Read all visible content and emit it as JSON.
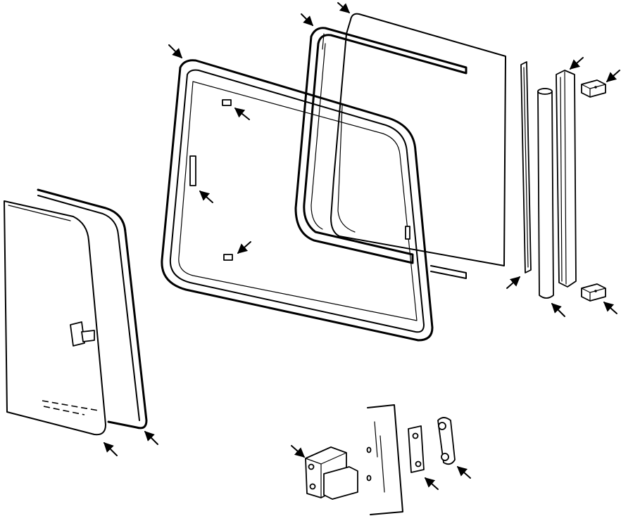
{
  "diagram": {
    "background": "#ffffff",
    "line_color": "#000000",
    "parts": [
      "rear-glass-pane",
      "rear-window-seal",
      "main-window-seal-frame",
      "side-glass-pane",
      "side-seal-strip",
      "vertical-channel-left",
      "vertical-round-rod",
      "vertical-channel-right",
      "clip-block-top",
      "clip-block-bottom",
      "latch-bracket",
      "glass-fragment-detail",
      "mounting-plate",
      "stud-plate"
    ],
    "callout_arrows": 20
  }
}
